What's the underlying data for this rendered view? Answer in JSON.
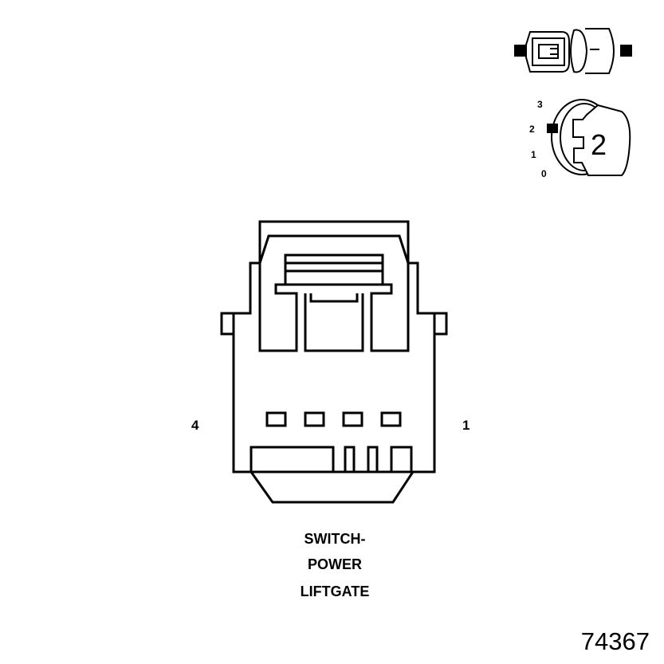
{
  "connector": {
    "pin_label_left": "4",
    "pin_label_right": "1",
    "caption": [
      "SWITCH-",
      "POWER",
      "LIFTGATE"
    ]
  },
  "key_indicator": {
    "positions": [
      "3",
      "2",
      "1",
      "0"
    ],
    "key_number": "2"
  },
  "figure_number": "74367"
}
